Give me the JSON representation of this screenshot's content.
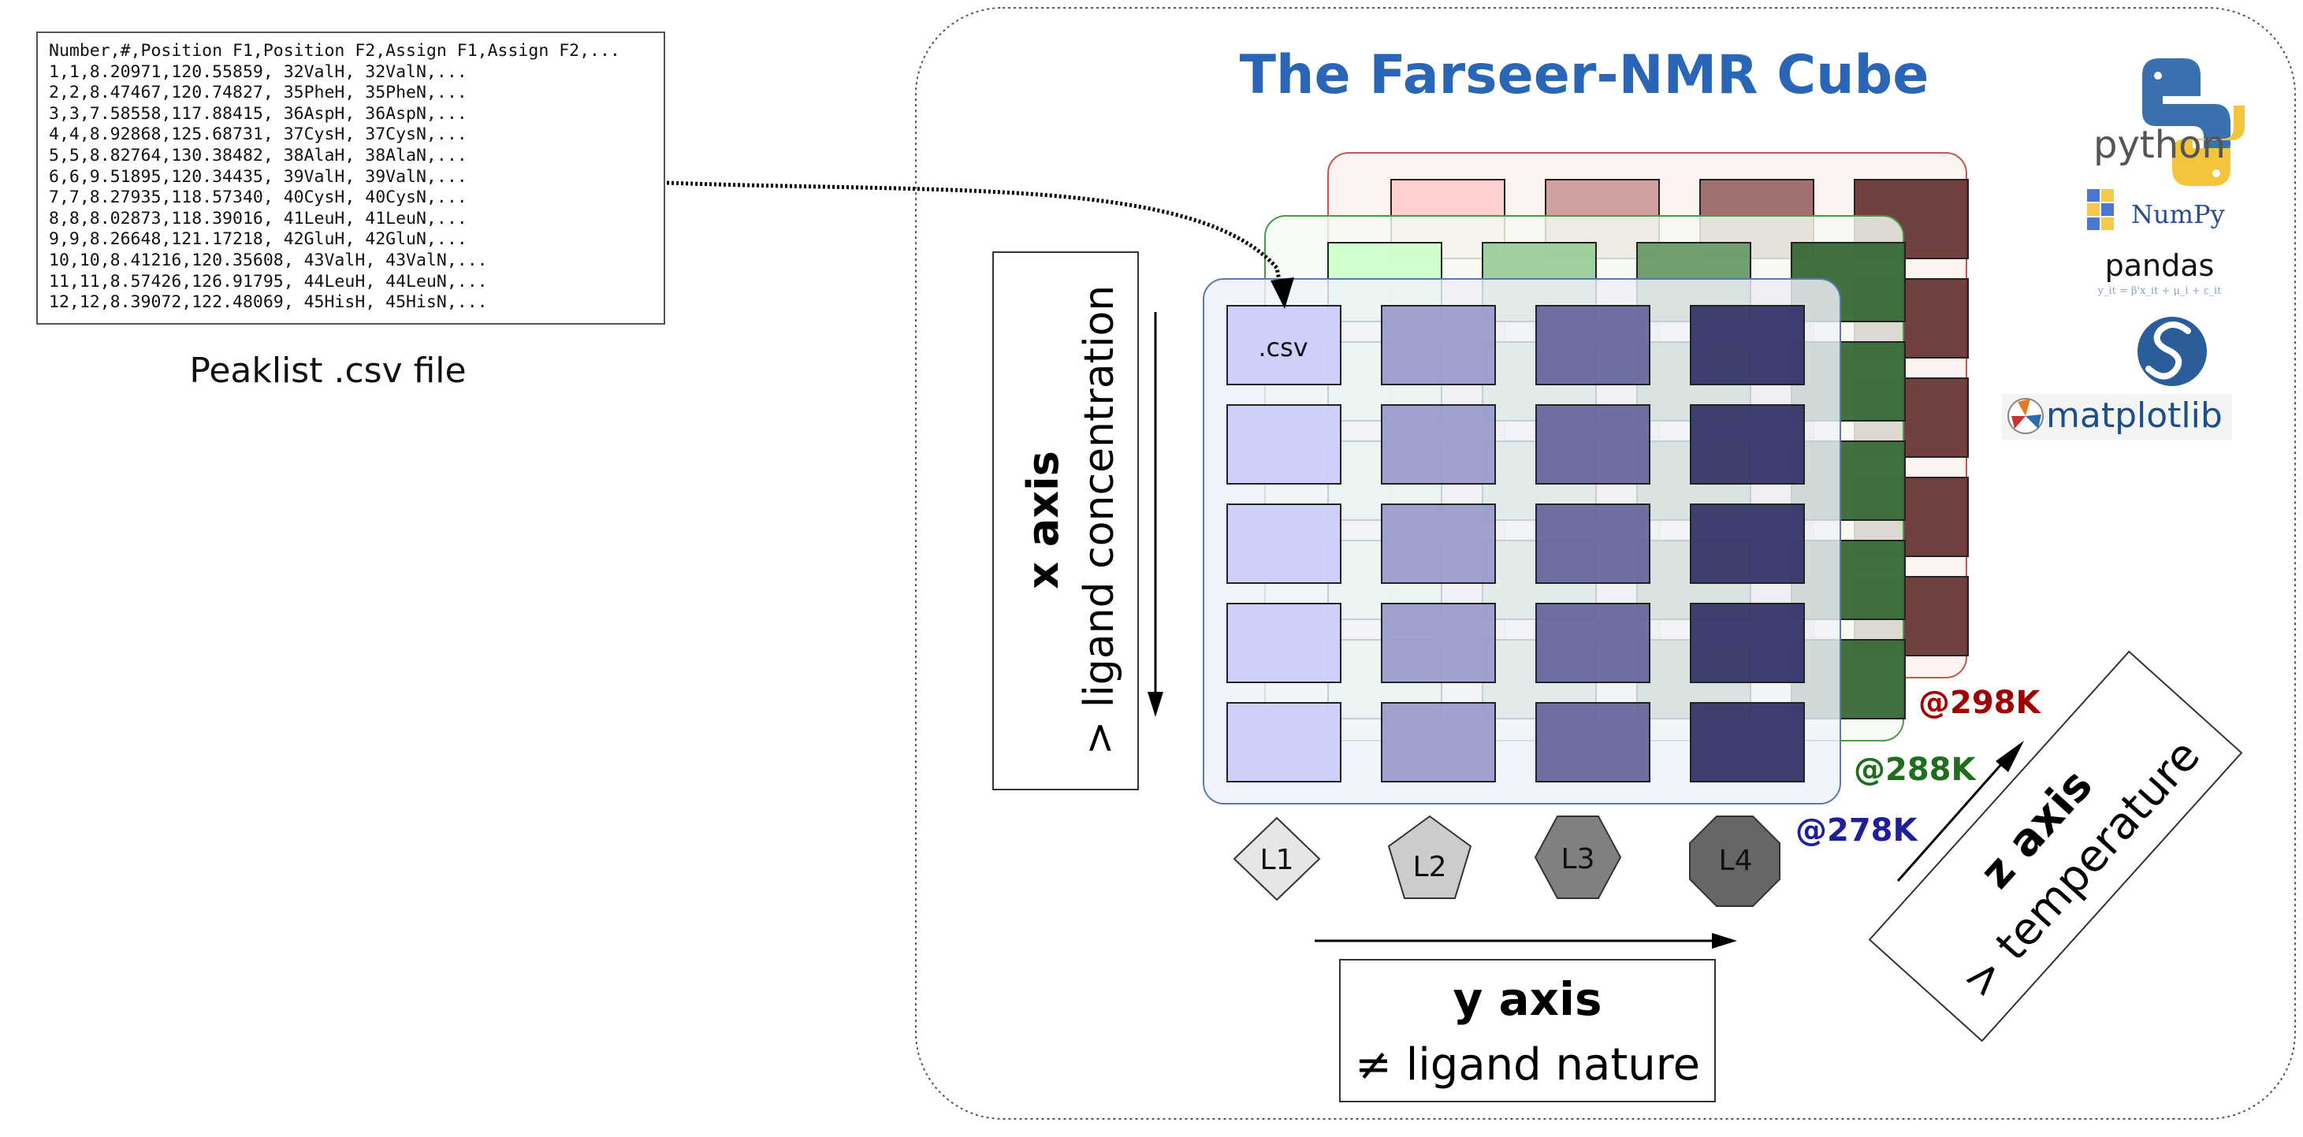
{
  "csv_file": {
    "lines": [
      "Number,#,Position F1,Position F2,Assign F1,Assign F2,...",
      "1,1,8.20971,120.55859, 32ValH, 32ValN,...",
      "2,2,8.47467,120.74827, 35PheH, 35PheN,...",
      "3,3,7.58558,117.88415, 36AspH, 36AspN,...",
      "4,4,8.92868,125.68731, 37CysH, 37CysN,...",
      "5,5,8.82764,130.38482, 38AlaH, 38AlaN,...",
      "6,6,9.51895,120.34435, 39ValH, 39ValN,...",
      "7,7,8.27935,118.57340, 40CysH, 40CysN,...",
      "8,8,8.02873,118.39016, 41LeuH, 41LeuN,...",
      "9,9,8.26648,121.17218, 42GluH, 42GluN,...",
      "10,10,8.41216,120.35608, 43ValH, 43ValN,...",
      "11,11,8.57426,126.91795, 44LeuH, 44LeuN,...",
      "12,12,8.39072,122.48069, 45HisH, 45HisN,..."
    ],
    "caption": "Peaklist .csv file"
  },
  "cube": {
    "title": "The Farseer-NMR Cube",
    "csv_tile_label": ".csv",
    "x_axis": {
      "title": "x axis",
      "subtitle": "> ligand concentration"
    },
    "y_axis": {
      "title": "y axis",
      "subtitle": "≠ ligand nature"
    },
    "z_axis": {
      "title": "z axis",
      "subtitle": "> temperature"
    },
    "ligands": [
      "L1",
      "L2",
      "L3",
      "L4"
    ],
    "temperatures": [
      {
        "label": "@298K",
        "color": "#a00000"
      },
      {
        "label": "@288K",
        "color": "#1e6e1e"
      },
      {
        "label": "@278K",
        "color": "#1f1f9a"
      }
    ],
    "libraries": {
      "python": "python",
      "numpy": "NumPy",
      "pandas": "pandas",
      "pandas_formula": "y_it = β'x_it + μ_i + ε_it",
      "matplotlib": "matplotlib"
    },
    "colors": {
      "title": "#2a66b8",
      "blue_tiles": [
        "#ccccfa",
        "#9a9acd",
        "#65659a",
        "#313166"
      ],
      "green_tiles": [
        "#ccffcc",
        "#99cc99",
        "#669966",
        "#336633"
      ],
      "red_tiles": [
        "#ffcccc",
        "#cc9999",
        "#996666",
        "#663333"
      ],
      "ligand_fills": [
        "#e6e6e6",
        "#cccccc",
        "#808080",
        "#666666"
      ]
    }
  }
}
